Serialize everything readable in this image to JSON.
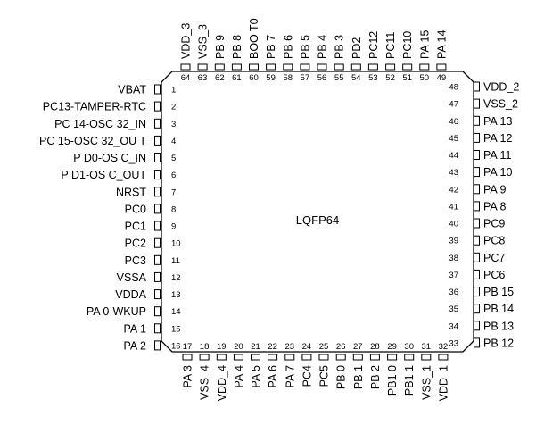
{
  "package_label": "LQFP64",
  "colors": {
    "line": "#000000",
    "text": "#000000",
    "background": "#ffffff"
  },
  "pins": {
    "left": [
      {
        "num": "1",
        "name": "VBAT"
      },
      {
        "num": "2",
        "name": "PC13-TAMPER-RTC"
      },
      {
        "num": "3",
        "name": "PC 14-OSC 32_IN"
      },
      {
        "num": "4",
        "name": "PC 15-OSC 32_OU T"
      },
      {
        "num": "5",
        "name": "P D0-OS C_IN"
      },
      {
        "num": "6",
        "name": "P D1-OS C_OUT"
      },
      {
        "num": "7",
        "name": "NRST"
      },
      {
        "num": "8",
        "name": "PC0"
      },
      {
        "num": "9",
        "name": "PC1"
      },
      {
        "num": "10",
        "name": "PC2"
      },
      {
        "num": "11",
        "name": "PC3"
      },
      {
        "num": "12",
        "name": "VSSA"
      },
      {
        "num": "13",
        "name": "VDDA"
      },
      {
        "num": "14",
        "name": "PA 0-WKUP"
      },
      {
        "num": "15",
        "name": "PA 1"
      },
      {
        "num": "16",
        "name": "PA 2"
      }
    ],
    "right": [
      {
        "num": "48",
        "name": "VDD_2"
      },
      {
        "num": "47",
        "name": "VSS_2"
      },
      {
        "num": "46",
        "name": "PA 13"
      },
      {
        "num": "45",
        "name": "PA 12"
      },
      {
        "num": "44",
        "name": "PA 11"
      },
      {
        "num": "43",
        "name": "PA 10"
      },
      {
        "num": "42",
        "name": "PA 9"
      },
      {
        "num": "41",
        "name": "PA 8"
      },
      {
        "num": "40",
        "name": "PC9"
      },
      {
        "num": "39",
        "name": "PC8"
      },
      {
        "num": "38",
        "name": "PC7"
      },
      {
        "num": "37",
        "name": "PC6"
      },
      {
        "num": "36",
        "name": "PB 15"
      },
      {
        "num": "35",
        "name": "PB 14"
      },
      {
        "num": "34",
        "name": "PB 13"
      },
      {
        "num": "33",
        "name": "PB 12"
      }
    ],
    "top": [
      {
        "num": "64",
        "name": "VDD_3"
      },
      {
        "num": "63",
        "name": "VSS_3"
      },
      {
        "num": "62",
        "name": "PB 9"
      },
      {
        "num": "61",
        "name": "PB 8"
      },
      {
        "num": "60",
        "name": "BOO T0"
      },
      {
        "num": "59",
        "name": "PB 7"
      },
      {
        "num": "58",
        "name": "PB 6"
      },
      {
        "num": "57",
        "name": "PB 5"
      },
      {
        "num": "56",
        "name": "PB 4"
      },
      {
        "num": "55",
        "name": "PB 3"
      },
      {
        "num": "54",
        "name": "PD2"
      },
      {
        "num": "53",
        "name": "PC12"
      },
      {
        "num": "52",
        "name": "PC11"
      },
      {
        "num": "51",
        "name": "PC10"
      },
      {
        "num": "50",
        "name": "PA 15"
      },
      {
        "num": "49",
        "name": "PA 14"
      }
    ],
    "bottom": [
      {
        "num": "17",
        "name": "PA 3"
      },
      {
        "num": "18",
        "name": "VSS_4"
      },
      {
        "num": "19",
        "name": "VDD_4"
      },
      {
        "num": "20",
        "name": "PA 4"
      },
      {
        "num": "21",
        "name": "PA 5"
      },
      {
        "num": "22",
        "name": "PA 6"
      },
      {
        "num": "23",
        "name": "PA 7"
      },
      {
        "num": "24",
        "name": "PC4"
      },
      {
        "num": "25",
        "name": "PC5"
      },
      {
        "num": "26",
        "name": "PB 0"
      },
      {
        "num": "27",
        "name": "PB 1"
      },
      {
        "num": "28",
        "name": "PB 2"
      },
      {
        "num": "29",
        "name": "PB1 0"
      },
      {
        "num": "30",
        "name": "PB1 1"
      },
      {
        "num": "31",
        "name": "VSS_1"
      },
      {
        "num": "32",
        "name": "VDD_1"
      }
    ]
  }
}
